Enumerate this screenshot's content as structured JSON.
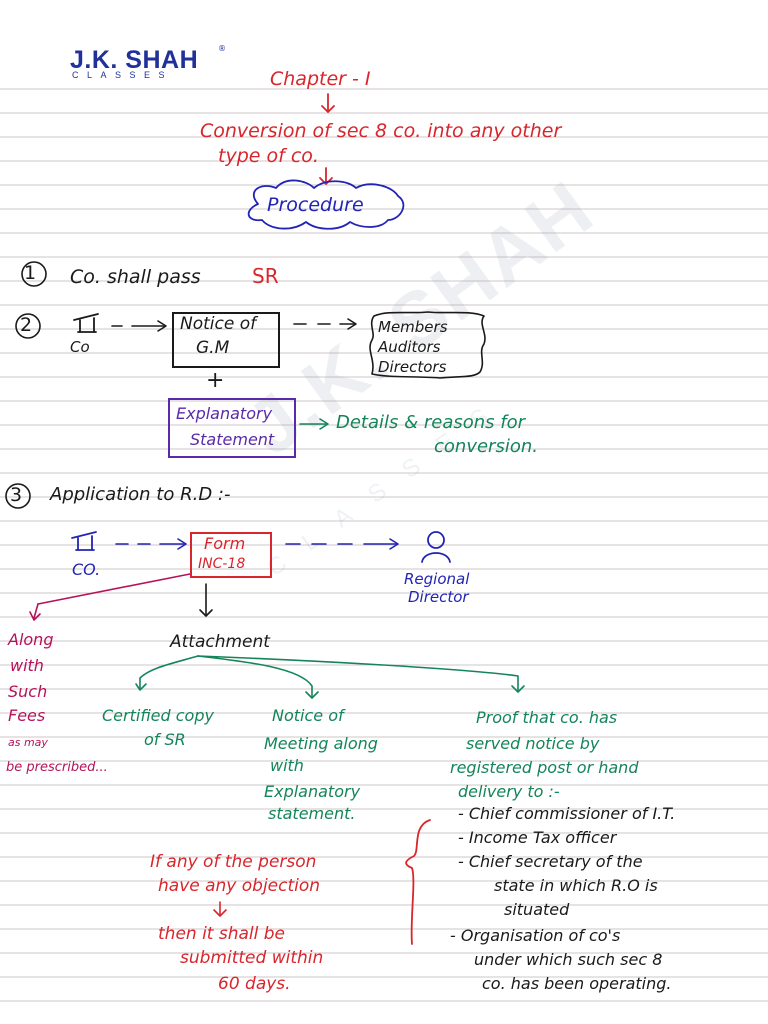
{
  "logo": {
    "name": "J.K. SHAH",
    "tagline": "CLASSES",
    "reg": "®"
  },
  "watermark": {
    "name": "J.K. SHAH",
    "tagline": "CLASSES"
  },
  "header": {
    "chapter": "Chapter - I",
    "title_line1": "Conversion of sec 8 co. into any other",
    "title_line2": "type of co.",
    "procedure": "Procedure"
  },
  "step1": {
    "num": "1",
    "text": "Co. shall pass",
    "sr": "SR"
  },
  "step2": {
    "num": "2",
    "co": "Co",
    "notice_line1": "Notice of",
    "notice_line2": "G.M",
    "plus": "+",
    "recipients": [
      "Members",
      "Auditors",
      "Directors"
    ],
    "explanatory_line1": "Explanatory",
    "explanatory_line2": "Statement",
    "details_line1": "Details & reasons for",
    "details_line2": "conversion."
  },
  "step3": {
    "num": "3",
    "title": "Application to R.D :-",
    "co": "CO.",
    "form_line1": "Form",
    "form_line2": "INC-18",
    "rd_line1": "Regional",
    "rd_line2": "Director",
    "fees": [
      "Along",
      "with",
      "Such",
      "Fees",
      "as may",
      "be prescribed..."
    ],
    "attachment": "Attachment",
    "att1": [
      "Certified copy",
      "of SR"
    ],
    "att2": [
      "Notice of",
      "Meeting along",
      "with",
      "Explanatory",
      "statement."
    ],
    "att3": [
      "Proof that co. has",
      "served notice by",
      "registered post or hand",
      "delivery to :-"
    ],
    "recipients": [
      "- Chief commissioner of I.T.",
      "- Income Tax officer",
      "- Chief secretary of the",
      "state in which R.O is",
      "situated",
      "- Organisation of co's",
      "under which such sec 8",
      "co. has been operating."
    ],
    "objection": [
      "If any of the person",
      "have any objection",
      "then it shall be",
      "submitted within",
      "60 days."
    ]
  },
  "colors": {
    "red": "#d8262c",
    "green": "#14855a",
    "blue": "#2224b4",
    "magenta": "#b5125a",
    "purple": "#5a2aa8",
    "ruled": "#cfc6c8",
    "margin": "#e2a4aa"
  }
}
